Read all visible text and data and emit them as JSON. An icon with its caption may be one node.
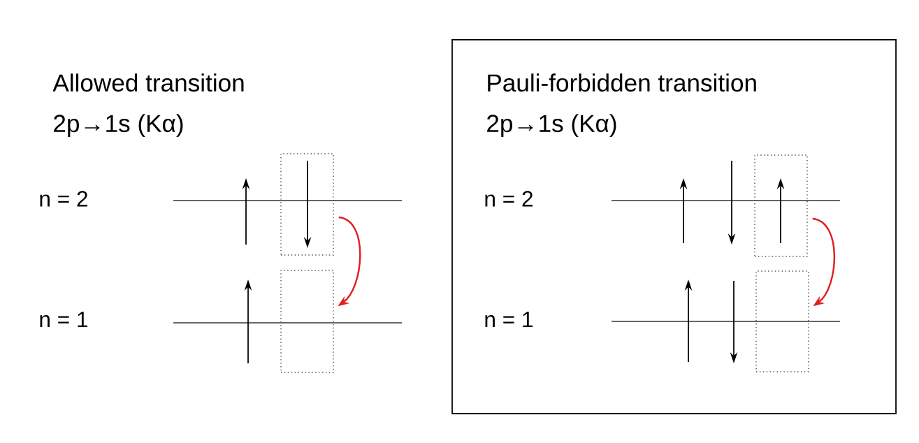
{
  "diagram": {
    "nodes": [
      {
        "text": [],
        "shape": "box"
      },
      {
        "text": [],
        "shape": "box"
      },
      {
        "text": [
          "Pauli-forbidden transition",
          "2p→1s (Kα)"
        ]
      },
      {
        "text": [],
        "shape": "box",
        "in": 2
      },
      {
        "text": [],
        "shape": "box",
        "in": 2
      }
    ],
    "edges": [
      {
        "from": 0,
        "to": 1,
        "arrow": "to"
      },
      {
        "from": 3,
        "to": 4,
        "arrow": "to"
      }
    ],
    "labels": [
      "Allowed transition",
      "2p→1s (Kα)",
      "n = 2",
      "n = 1",
      "n = 2",
      "n = 1"
    ]
  }
}
